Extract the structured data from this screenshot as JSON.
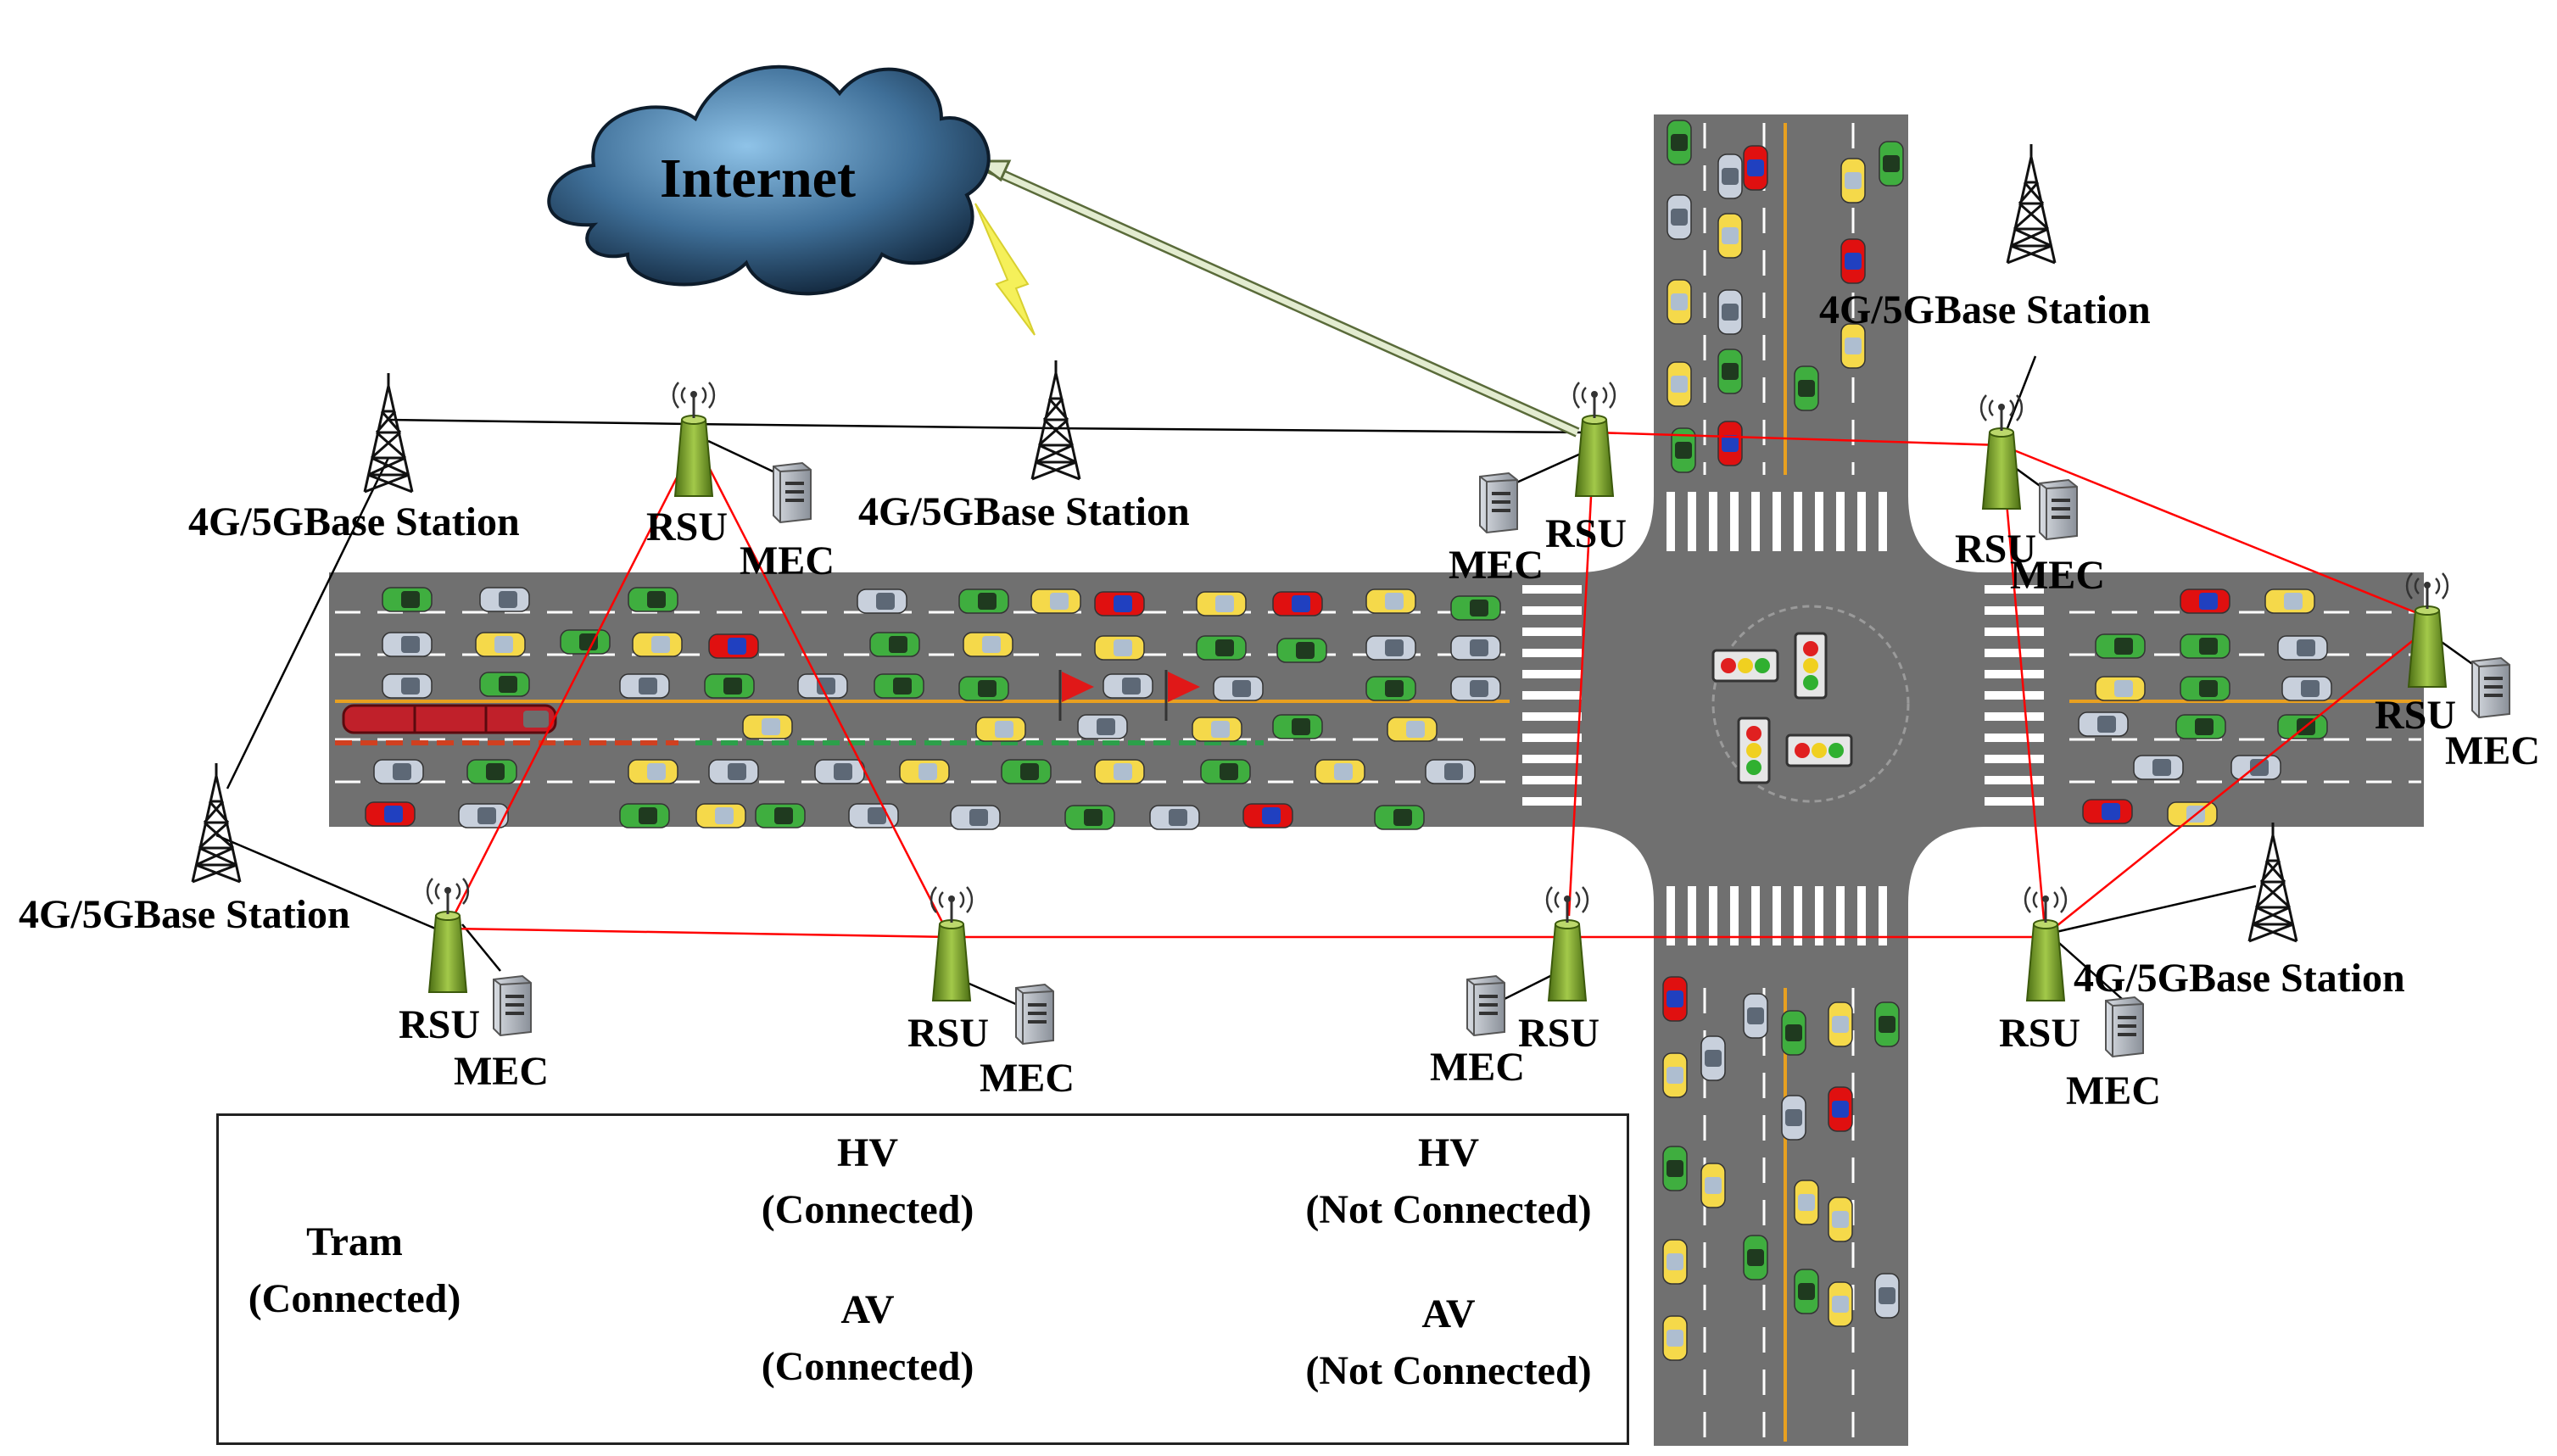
{
  "cloud": {
    "label": "Internet"
  },
  "labels": {
    "base_station": "4G/5GBase Station",
    "rsu": "RSU",
    "mec": "MEC"
  },
  "legend": {
    "tram": {
      "title": "Tram",
      "status": "(Connected)"
    },
    "hv_connected": {
      "title": "HV",
      "status": "(Connected)"
    },
    "hv_not_connected": {
      "title": "HV",
      "status": "(Not Connected)"
    },
    "av_connected": {
      "title": "AV",
      "status": "(Connected)"
    },
    "av_not_connected": {
      "title": "AV",
      "status": "(Not Connected)"
    }
  },
  "colors": {
    "road": "#707070",
    "lane_line": "#ffffff",
    "center_line": "#e8a020",
    "rsu_link": "#ff0000",
    "bs_link": "#000000",
    "hv_connected": "#c8d0dc",
    "hv_not_connected": "#f5d94a",
    "av_connected": "#3fae3f",
    "av_not_connected": "#e01010",
    "tram": "#c0202a",
    "rsu_body": "#7aa12e",
    "cloud": "#2c4f70"
  }
}
